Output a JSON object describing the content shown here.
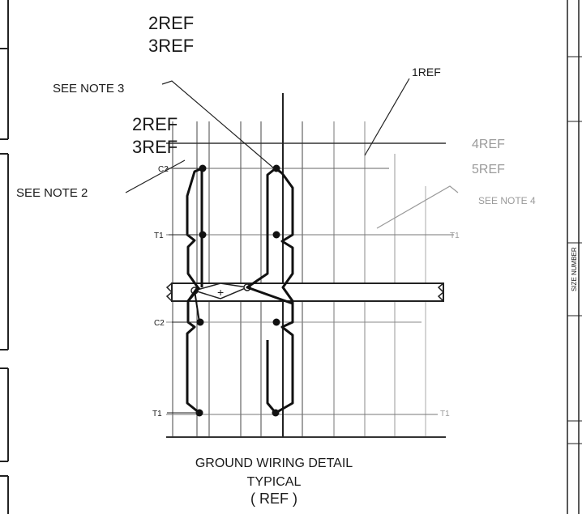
{
  "drawing": {
    "title_lines": [
      "GROUND WIRING DETAIL",
      "TYPICAL",
      "( REF )"
    ],
    "callouts": {
      "ref_2_upper": "2REF",
      "ref_3_upper": "3REF",
      "note_3": "SEE NOTE 3",
      "ref_1": "1REF",
      "ref_2_left": "2REF",
      "ref_3_left": "3REF",
      "note_2": "SEE NOTE 2",
      "ref_4": "4REF",
      "ref_5": "5REF",
      "note_4": "SEE NOTE 4"
    },
    "row_labels": {
      "c2_top": "C2",
      "t1_top": "T1",
      "c2_bottom": "C2",
      "t1_bottom": "T1",
      "t1_top_right": "T1",
      "t1_bottom_right": "T1"
    },
    "bus_marker": "+",
    "title_block": {
      "size_number": "SIZE NUMBER"
    }
  }
}
